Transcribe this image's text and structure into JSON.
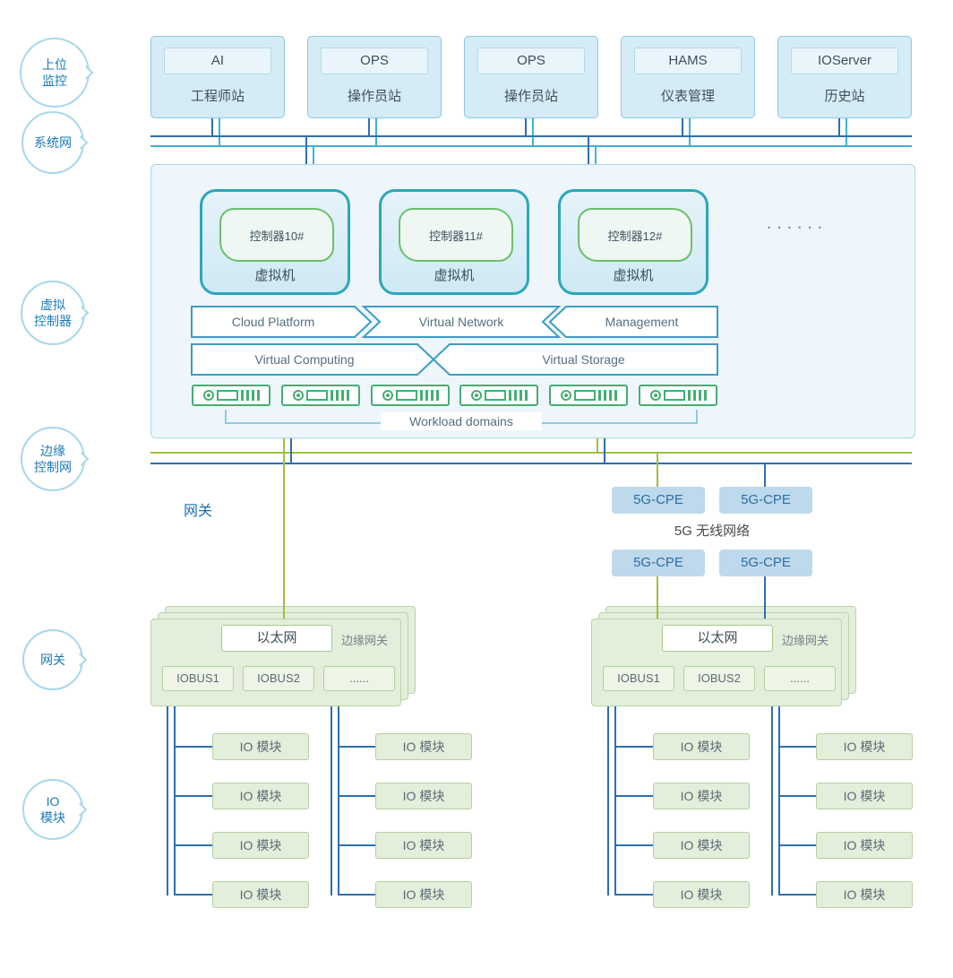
{
  "bubbles": [
    {
      "label": "上位\n监控"
    },
    {
      "label": "系统网"
    },
    {
      "label": "虚拟\n控制器"
    },
    {
      "label": "边缘\n控制网"
    },
    {
      "label": "网关"
    },
    {
      "label": "IO\n模块"
    }
  ],
  "stations": [
    {
      "name": "AI",
      "label": "工程师站"
    },
    {
      "name": "OPS",
      "label": "操作员站"
    },
    {
      "name": "OPS",
      "label": "操作员站"
    },
    {
      "name": "HAMS",
      "label": "仪表管理"
    },
    {
      "name": "IOServer",
      "label": "历史站"
    }
  ],
  "virtualization": {
    "vms": [
      {
        "controller": "控制器10#",
        "label": "虚拟机"
      },
      {
        "controller": "控制器11#",
        "label": "虚拟机"
      },
      {
        "controller": "控制器12#",
        "label": "虚拟机"
      }
    ],
    "ellipsis": "······",
    "layers_row1": [
      "Cloud Platform",
      "Virtual Network",
      "Management"
    ],
    "layers_row2": [
      "Virtual Computing",
      "Virtual Storage"
    ],
    "workload_label": "Workload domains"
  },
  "gateway_section": {
    "gateway_label": "网关",
    "cpe_label": "5G-CPE",
    "wireless_label": "5G 无线网络"
  },
  "edge_gateways": [
    {
      "ethernet": "以太网",
      "label": "边缘网关",
      "buses": [
        "IOBUS1",
        "IOBUS2",
        "......"
      ]
    },
    {
      "ethernet": "以太网",
      "label": "边缘网关",
      "buses": [
        "IOBUS1",
        "IOBUS2",
        "......"
      ]
    }
  ],
  "io_module_label": "IO 模块",
  "colors": {
    "line_dark_blue": "#2e6fb0",
    "line_cyan": "#3cb4d8",
    "line_green": "#9dc13e",
    "teal_border": "#2aa7bd",
    "green_border": "#6cbf6b",
    "icon_green": "#46ad74",
    "ribbon_border": "#3a9dc5",
    "panel_fill": "#eef6fb",
    "station_fill": "#d5ebf6",
    "gateway_fill": "#e3eedb",
    "cpe_fill": "#bed9ec",
    "accent_blue_text": "#1a6fb5"
  }
}
